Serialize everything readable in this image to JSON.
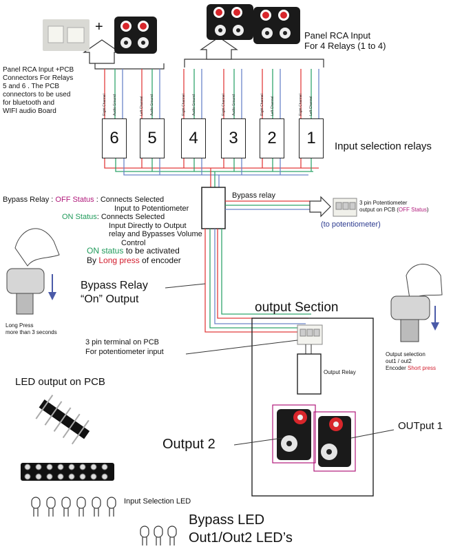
{
  "top_left_caption": [
    "Panel RCA Input +PCB",
    "Connectors For Relays",
    " 5 and 6 . The PCB",
    "connectors to be used",
    "for bluetooth and",
    "WIFI audio Board"
  ],
  "panel_rca_caption": [
    "Panel RCA Input",
    "For 4 Relays (1 to 4)"
  ],
  "plus_sign": "+",
  "relays": [
    "6",
    "5",
    "4",
    "3",
    "2",
    "1"
  ],
  "channel_labels": {
    "right": "Right Channel",
    "left": "Left Channel",
    "audio": "Audio Ground"
  },
  "input_relays_label": "Input selection relays",
  "bypass_relay_label": "Bypass relay",
  "bypass_text": {
    "line1_a": "Bypass Relay : ",
    "line1_b": "OFF Status",
    "line1_c": " : Connects Selected",
    "line2": "Input to Potentiometer",
    "line3_a": "ON Status",
    "line3_b": ": Connects Selected",
    "line4": "Input Directly to Output",
    "line5": "relay and Bypasses Volume",
    "line6": "Control",
    "line7_a": "ON status",
    "line7_b": " to be activated",
    "line8_a": "By ",
    "line8_b": "Long press",
    "line8_c": " of encoder"
  },
  "pot_caption": {
    "line1": "3 pin Potentiometer",
    "line2_a": "output on PCB (",
    "line2_b": "OFF Status",
    "line2_c": ")",
    "to_pot": "(to potentiometer)"
  },
  "bypass_on_output": [
    "Bypass Relay",
    "“On”  Output"
  ],
  "long_press": [
    "Long Press",
    "more than 3 seconds"
  ],
  "terminal_caption": [
    "3 pin terminal on PCB",
    "For potentiometer input"
  ],
  "output_section_title": "output Section",
  "output_relay_label": "Output Relay",
  "output_selection": {
    "line1": "Output selection",
    "line2": "out1 / out2",
    "line3_a": "Encoder ",
    "line3_b": "Short press"
  },
  "output2_label": "Output 2",
  "output1_label": "OUTput 1",
  "led_title": "LED output on PCB",
  "input_selection_led": "Input Selection LED",
  "bypass_led": "Bypass LED",
  "out_leds": "Out1/Out2 LED’s",
  "colors": {
    "red_wire": "#e23b3b",
    "green_wire": "#2fa36b",
    "blue_wire": "#6a84c8",
    "purple": "#b0187a",
    "green_text": "#1f9a5a",
    "red_text": "#d21c2c"
  }
}
